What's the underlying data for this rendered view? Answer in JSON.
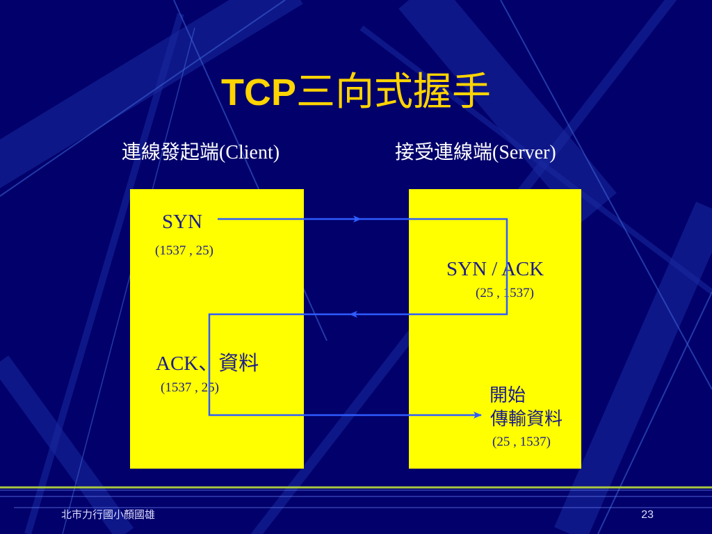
{
  "slide": {
    "title_latin": "TCP",
    "title_cjk": "三向式握手",
    "client_label": "連線發起端(Client)",
    "server_label": "接受連線端(Server)"
  },
  "client_box": {
    "syn": "SYN",
    "syn_ports": "(1537 , 25)",
    "ack_data": "ACK、資料",
    "ack_ports": "(1537 , 25)"
  },
  "server_box": {
    "synack": "SYN / ACK",
    "synack_ports": "(25 , 1537)",
    "start": "開始",
    "transfer": "傳輸資料",
    "transfer_ports": "(25 , 1537)"
  },
  "footer": {
    "left": "北市力行國小顏國雄",
    "page_number": "23"
  },
  "colors": {
    "background": "#02006b",
    "title": "#ffd400",
    "box_fill": "#ffff00",
    "box_text": "#1c1c8a",
    "arrow": "#2f5cff",
    "footer_rule": "#a8c840"
  }
}
